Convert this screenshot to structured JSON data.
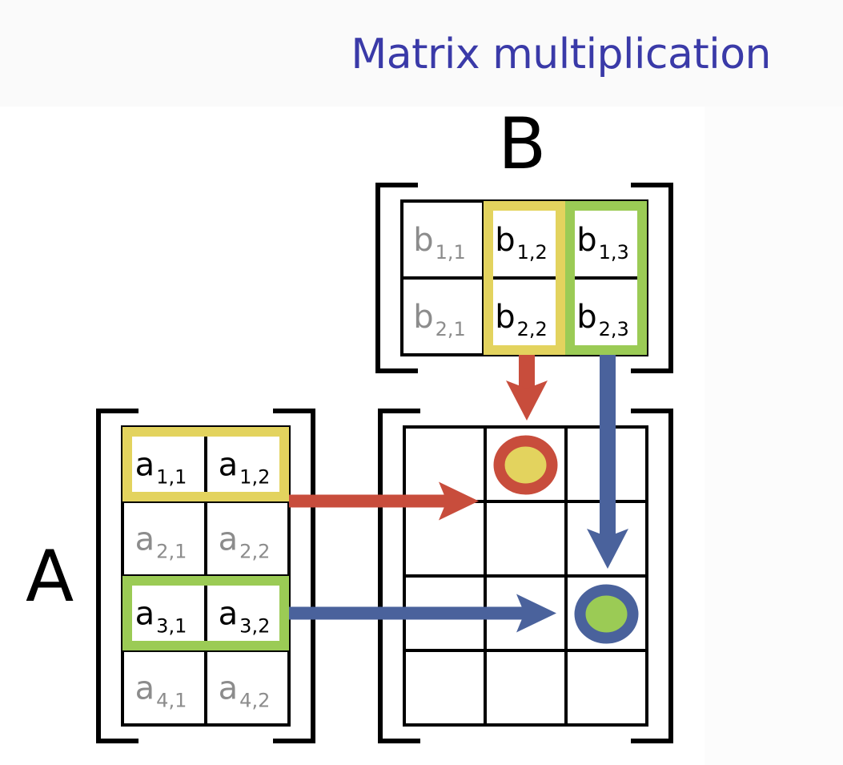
{
  "title": "Matrix multiplication",
  "matrices": {
    "A": {
      "label": "A",
      "rows": 4,
      "cols": 2,
      "cells": [
        [
          {
            "base": "a",
            "sub": "1,1",
            "active": true
          },
          {
            "base": "a",
            "sub": "1,2",
            "active": true
          }
        ],
        [
          {
            "base": "a",
            "sub": "2,1",
            "active": false
          },
          {
            "base": "a",
            "sub": "2,2",
            "active": false
          }
        ],
        [
          {
            "base": "a",
            "sub": "3,1",
            "active": true
          },
          {
            "base": "a",
            "sub": "3,2",
            "active": true
          }
        ],
        [
          {
            "base": "a",
            "sub": "4,1",
            "active": false
          },
          {
            "base": "a",
            "sub": "4,2",
            "active": false
          }
        ]
      ],
      "highlights": [
        {
          "row": 0,
          "color": "#e3d35e"
        },
        {
          "row": 2,
          "color": "#9bcb55"
        }
      ]
    },
    "B": {
      "label": "B",
      "rows": 2,
      "cols": 3,
      "cells": [
        [
          {
            "base": "b",
            "sub": "1,1",
            "active": false
          },
          {
            "base": "b",
            "sub": "1,2",
            "active": true
          },
          {
            "base": "b",
            "sub": "1,3",
            "active": true
          }
        ],
        [
          {
            "base": "b",
            "sub": "2,1",
            "active": false
          },
          {
            "base": "b",
            "sub": "2,2",
            "active": true
          },
          {
            "base": "b",
            "sub": "2,3",
            "active": true
          }
        ]
      ],
      "highlights": [
        {
          "col": 1,
          "color": "#e3d35e"
        },
        {
          "col": 2,
          "color": "#9bcb55"
        }
      ]
    },
    "C": {
      "rows": 4,
      "cols": 3,
      "markers": [
        {
          "row": 0,
          "col": 1,
          "ring": "#c84d3c",
          "fill": "#e3d35e"
        },
        {
          "row": 2,
          "col": 2,
          "ring": "#4a629c",
          "fill": "#9bcb55"
        }
      ]
    }
  },
  "arrows": [
    {
      "from": "A.row1",
      "to": "C.1,2",
      "color": "#c84d3c"
    },
    {
      "from": "B.col2",
      "to": "C.1,2",
      "color": "#c84d3c"
    },
    {
      "from": "A.row3",
      "to": "C.3,3",
      "color": "#4a629c"
    },
    {
      "from": "B.col3",
      "to": "C.3,3",
      "color": "#4a629c"
    }
  ],
  "colors": {
    "title": "#3a3aa8",
    "active_text": "#000000",
    "inactive_text": "#8c8c8c",
    "grid": "#000000"
  }
}
